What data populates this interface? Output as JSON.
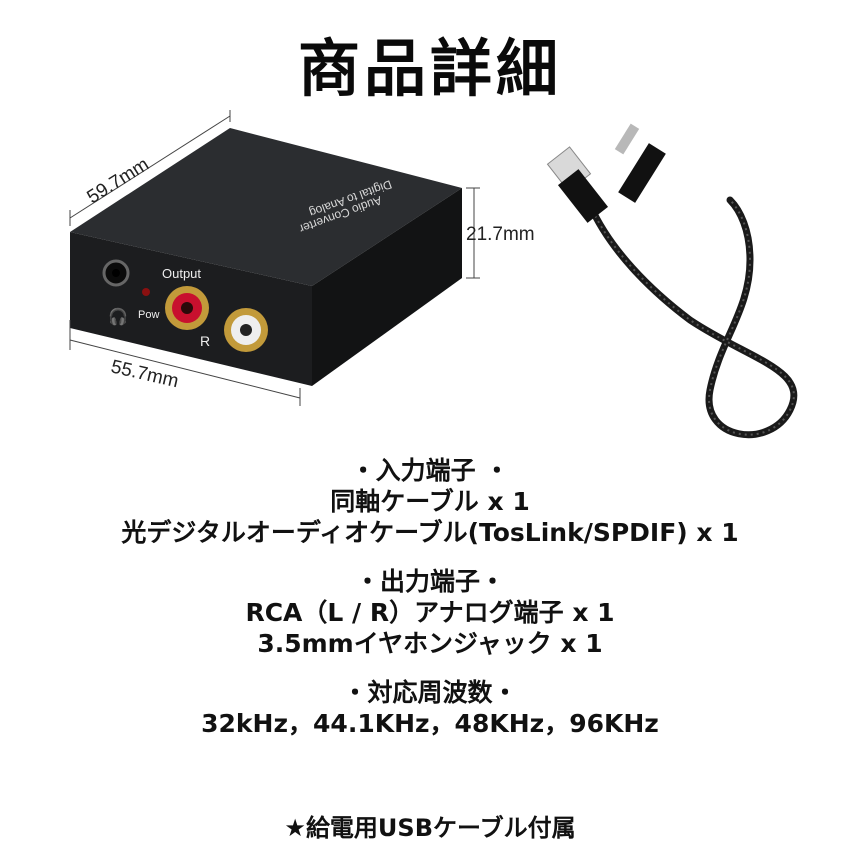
{
  "title": "商品詳細",
  "product": {
    "top_label_line1": "Digital to Analog",
    "top_label_line2": "Audio Converter",
    "output_label": "Output",
    "power_label": "Pow",
    "r_label": "R",
    "dimensions": {
      "depth": "59.7mm",
      "height": "21.7mm",
      "width": "55.7mm"
    }
  },
  "sections": [
    {
      "heading": "・入力端子 ・",
      "lines": [
        "同軸ケーブル x 1",
        "光デジタルオーディオケーブル(TosLink/SPDIF) x 1"
      ]
    },
    {
      "heading": "・出力端子・",
      "lines": [
        "RCA（L / R）アナログ端子 x 1",
        "3.5mmイヤホンジャック x 1"
      ]
    },
    {
      "heading": "・対応周波数・",
      "lines": [
        "32kHz，44.1KHz，48KHz，96KHz"
      ]
    }
  ],
  "accessory": "★給電用USBケーブル付属"
}
